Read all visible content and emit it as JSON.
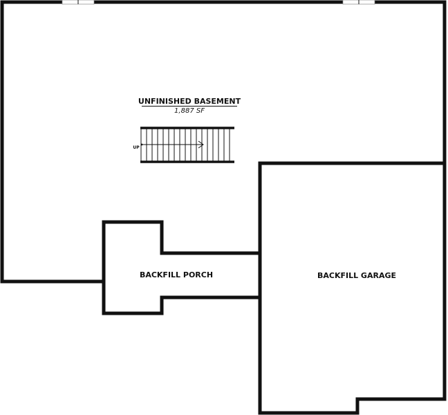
{
  "rooms": {
    "basement": {
      "name": "UNFINISHED BASEMENT",
      "area": "1,887 SF"
    },
    "porch": {
      "name": "BACKFILL PORCH"
    },
    "garage": {
      "name": "BACKFILL GARAGE"
    }
  },
  "stairs": {
    "direction_label": "UP"
  }
}
